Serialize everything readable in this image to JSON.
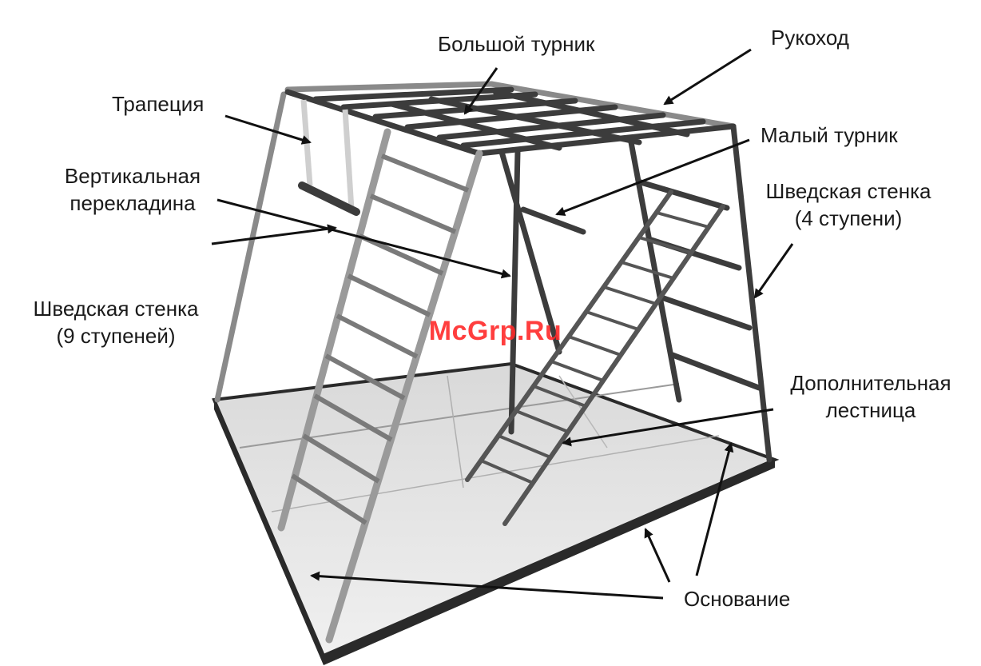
{
  "labels": {
    "big_bar": "Большой турник",
    "monkey_bars": "Рукоход",
    "trapeze": "Трапеция",
    "small_bar": "Малый турник",
    "vertical_bar_line1": "Вертикальная",
    "vertical_bar_line2": "перекладина",
    "wall4_line1": "Шведская стенка",
    "wall4_line2": "(4 ступени)",
    "wall9_line1": "Шведская стенка",
    "wall9_line2": "(9 ступеней)",
    "extra_ladder_line1": "Дополнительная",
    "extra_ladder_line2": "лестница",
    "base": "Основание"
  },
  "watermark": "McGrp.Ru",
  "colors": {
    "frame": "#3c3c3c",
    "frame_light": "#8a8a8a",
    "mat": "#e4e4e4",
    "mat_shadow": "#c8c8c8",
    "base": "#2a2a2a",
    "arrow": "#111111",
    "watermark": "#ff2a2a"
  }
}
